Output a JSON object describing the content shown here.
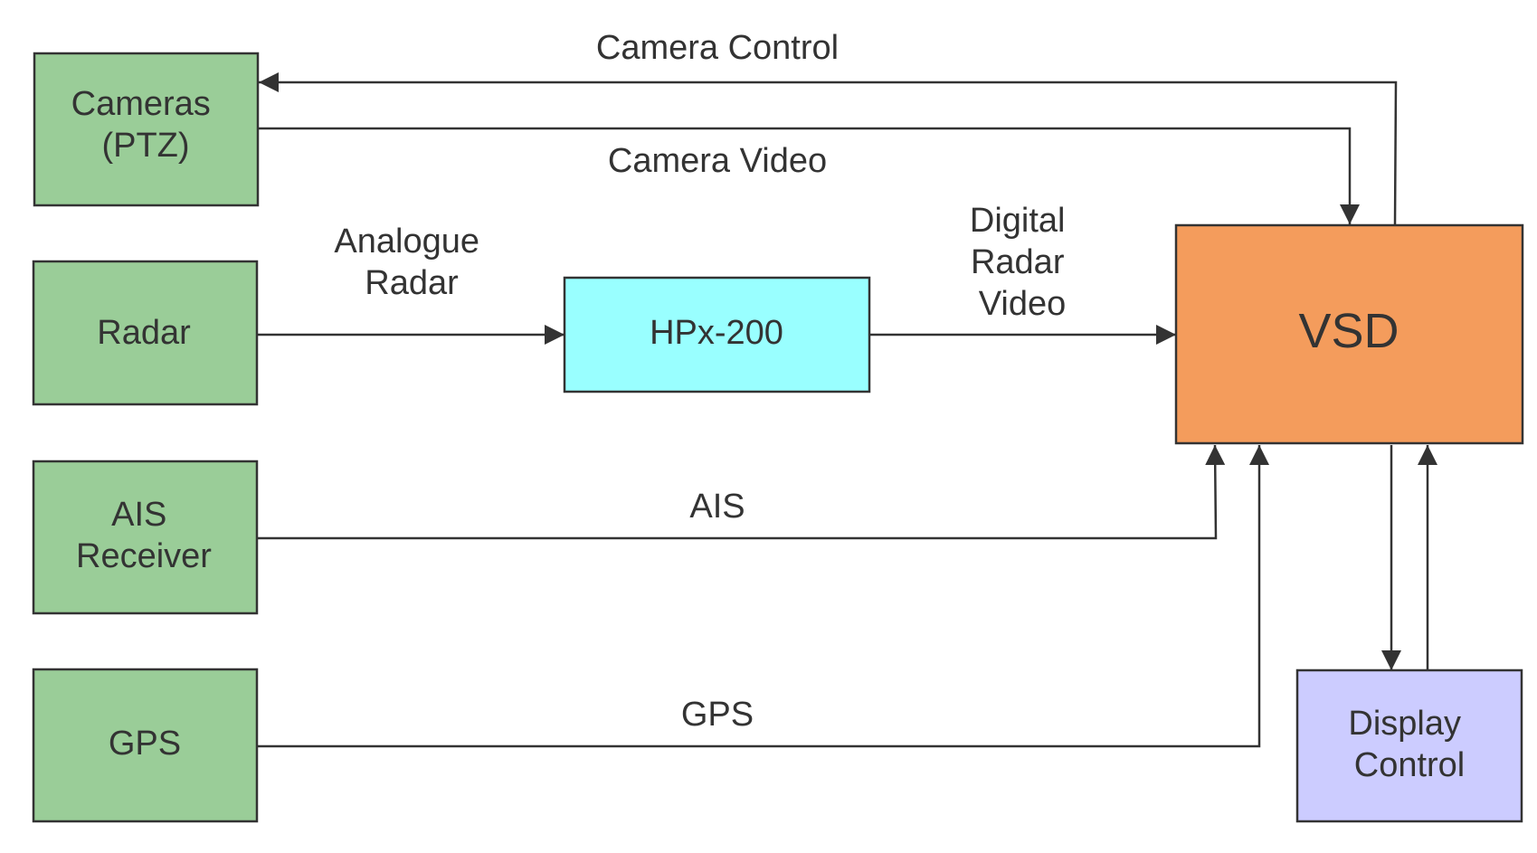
{
  "colors": {
    "sensor": "#9acd98",
    "processor": "#99ffff",
    "vsd": "#f49c5c",
    "display": "#ccccff",
    "line": "#333333"
  },
  "nodes": {
    "cameras": [
      "Cameras",
      "(PTZ)"
    ],
    "radar": [
      "Radar"
    ],
    "ais": [
      "AIS",
      "Receiver"
    ],
    "gps": [
      "GPS"
    ],
    "hpx": [
      "HPx-200"
    ],
    "vsd": [
      "VSD"
    ],
    "display": [
      "Display",
      "Control"
    ]
  },
  "edges": {
    "camera_control": [
      "Camera Control"
    ],
    "camera_video": [
      "Camera Video"
    ],
    "analogue_radar": [
      "Analogue",
      "Radar"
    ],
    "digital_radar": [
      "Digital",
      "Radar",
      "Video"
    ],
    "ais": [
      "AIS"
    ],
    "gps": [
      "GPS"
    ]
  }
}
